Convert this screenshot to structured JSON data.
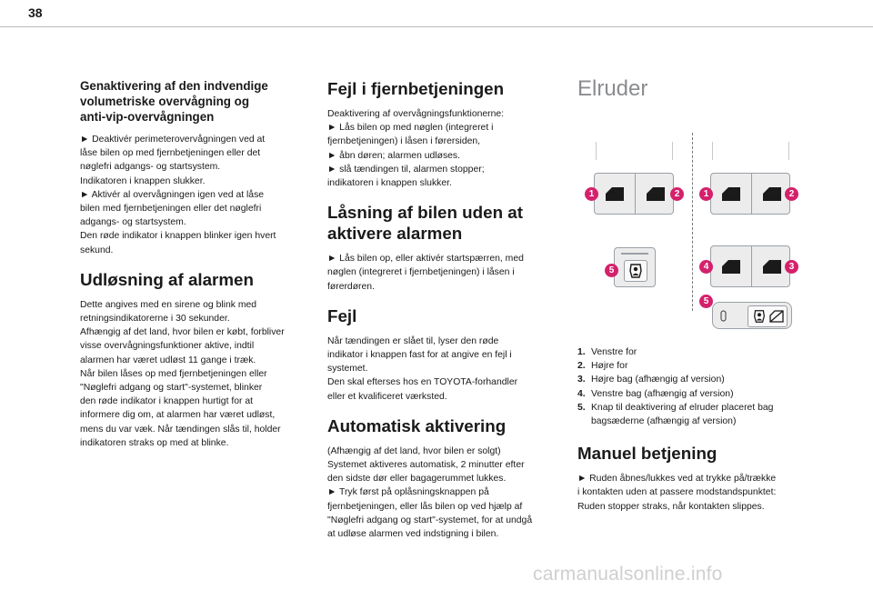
{
  "page": {
    "number": "38"
  },
  "col1": {
    "heading1": [
      "Genaktivering af den indvendige",
      "volumetriske overvågning og",
      "anti-vip-overvågningen"
    ],
    "para1": [
      "► Deaktivér perimeterovervågningen ved at",
      "låse bilen op med fjernbetjeningen eller det",
      "nøglefri adgangs- og startsystem.",
      "Indikatoren i knappen slukker.",
      "► Aktivér al overvågningen igen ved at låse",
      "bilen med fjernbetjeningen eller det nøglefri",
      "adgangs- og startsystem.",
      "Den røde indikator i knappen blinker igen hvert",
      "sekund."
    ],
    "heading2": "Udløsning af alarmen",
    "para2": [
      "Dette angives med en sirene og blink med",
      "retningsindikatorerne i 30 sekunder.",
      "Afhængig af det land, hvor bilen er købt, forbliver",
      "visse overvågningsfunktioner aktive, indtil",
      "alarmen har været udløst 11 gange i træk.",
      "Når bilen låses op med fjernbetjeningen eller",
      "\"Nøglefri adgang og start\"-systemet, blinker",
      "den røde indikator i knappen hurtigt for at",
      "informere dig om, at alarmen har været udløst,",
      "mens du var væk. Når tændingen slås til, holder",
      "indikatoren straks op med at blinke."
    ]
  },
  "col2": {
    "heading1": "Fejl i fjernbetjeningen",
    "para1": [
      "Deaktivering af overvågningsfunktionerne:",
      "► Lås bilen op med nøglen (integreret i",
      "fjernbetjeningen) i låsen i førersiden,",
      "► åbn døren; alarmen udløses.",
      "► slå tændingen til, alarmen stopper;",
      "indikatoren i knappen slukker."
    ],
    "heading2": [
      "Låsning af bilen uden at",
      "aktivere alarmen"
    ],
    "para2": [
      "► Lås bilen op, eller aktivér startspærren, med",
      "nøglen (integreret i fjernbetjeningen) i låsen i",
      "førerdøren."
    ],
    "heading3": "Fejl",
    "para3": [
      "Når tændingen er slået til, lyser den røde",
      "indikator i knappen fast for at angive en fejl i",
      "systemet.",
      "Den skal efterses hos en TOYOTA-forhandler",
      "eller et kvalificeret værksted."
    ],
    "heading4": "Automatisk aktivering",
    "para4": [
      "(Afhængig af det land, hvor bilen er solgt)",
      "Systemet aktiveres automatisk, 2 minutter efter",
      "den sidste dør eller bagagerummet lukkes.",
      "► Tryk først på oplåsningsknappen på",
      "fjernbetjeningen, eller lås bilen op ved hjælp af",
      "\"Nøglefri adgang og start\"-systemet, for at undgå",
      "at udløse alarmen ved indstigning i bilen."
    ]
  },
  "col3": {
    "title": "Elruder",
    "figure": {
      "badges": {
        "b1": "1",
        "b2": "2",
        "b3": "3",
        "b4": "4",
        "b5": "5"
      },
      "icons": {
        "window": "window-switch-icon",
        "child_lock": "child-lock-icon",
        "window_lock": "window-lock-icon"
      },
      "accent_color": "#d4216b"
    },
    "legend": [
      {
        "num": "1.",
        "text": [
          "Venstre for"
        ]
      },
      {
        "num": "2.",
        "text": [
          "Højre for"
        ]
      },
      {
        "num": "3.",
        "text": [
          "Højre bag (afhængig af version)"
        ]
      },
      {
        "num": "4.",
        "text": [
          "Venstre bag (afhængig af version)"
        ]
      },
      {
        "num": "5.",
        "text": [
          "Knap til deaktivering af elruder placeret bag",
          "bagsæderne (afhængig af version)"
        ]
      }
    ],
    "heading2": "Manuel betjening",
    "para2": [
      "► Ruden åbnes/lukkes ved at trykke på/trække",
      "i kontakten uden at passere modstandspunktet:",
      "Ruden stopper straks, når kontakten slippes."
    ]
  },
  "watermark": "carmanualsonline.info"
}
